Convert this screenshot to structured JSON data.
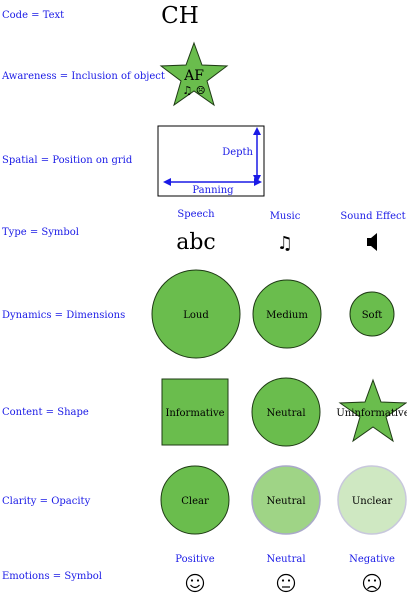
{
  "colors": {
    "label": "#1a1ae6",
    "green": "#6abd4d",
    "green_mid": "#9fd486",
    "green_light": "#cfe8c2",
    "stroke": "#1e3a14"
  },
  "rows": {
    "code": {
      "label": "Code = Text",
      "sample": "CH"
    },
    "awareness": {
      "label": "Awareness = Inclusion of object",
      "star_text": "AF",
      "star_icons": "♫ ☹"
    },
    "spatial": {
      "label": "Spatial = Position on grid",
      "depth_label": "Depth",
      "panning_label": "Panning"
    },
    "type": {
      "label": "Type = Symbol",
      "headers": [
        "Speech",
        "Music",
        "Sound Effect"
      ],
      "speech_symbol": "abc",
      "music_symbol": "♫",
      "sound_icon": "speaker-icon"
    },
    "dynamics": {
      "label": "Dynamics = Dimensions",
      "items": [
        "Loud",
        "Medium",
        "Soft"
      ]
    },
    "content": {
      "label": "Content = Shape",
      "items": [
        "Informative",
        "Neutral",
        "Uninformative"
      ]
    },
    "clarity": {
      "label": "Clarity = Opacity",
      "items": [
        "Clear",
        "Neutral",
        "Unclear"
      ]
    },
    "emotions": {
      "label": "Emotions = Symbol",
      "headers": [
        "Positive",
        "Neutral",
        "Negative"
      ],
      "symbols": [
        "☺",
        "😐",
        "☹"
      ]
    }
  }
}
